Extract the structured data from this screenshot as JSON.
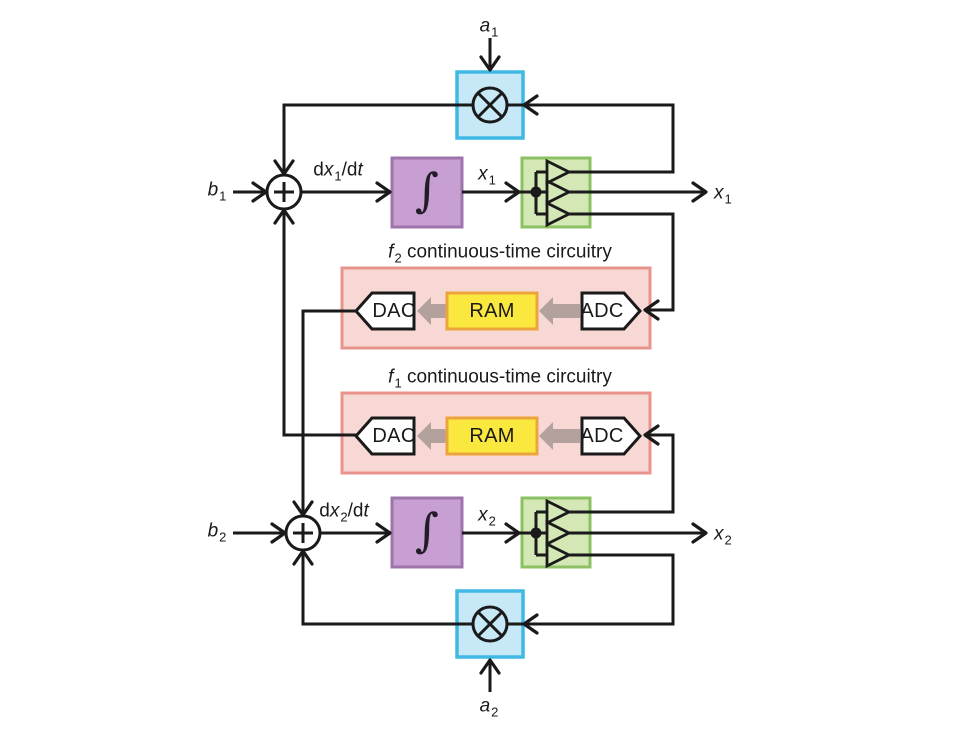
{
  "diagram": {
    "channel1": {
      "gain": {
        "base": "a",
        "sub": "1"
      },
      "input": {
        "base": "b",
        "sub": "1"
      },
      "derivative": {
        "pre": "d",
        "var": "x",
        "sub": "1",
        "mid": "/d",
        "var2": "t"
      },
      "state": {
        "base": "x",
        "sub": "1"
      },
      "output": {
        "base": "x",
        "sub": "1"
      }
    },
    "channel2": {
      "gain": {
        "base": "a",
        "sub": "2"
      },
      "input": {
        "base": "b",
        "sub": "2"
      },
      "derivative": {
        "pre": "d",
        "var": "x",
        "sub": "2",
        "mid": "/d",
        "var2": "t"
      },
      "state": {
        "base": "x",
        "sub": "2"
      },
      "output": {
        "base": "x",
        "sub": "2"
      }
    },
    "f2_block": {
      "title_var": "f",
      "title_sub": "2",
      "title_rest": " continuous-time circuitry",
      "dac": "DAC",
      "ram": "RAM",
      "adc": "ADC"
    },
    "f1_block": {
      "title_var": "f",
      "title_sub": "1",
      "title_rest": " continuous-time circuitry",
      "dac": "DAC",
      "ram": "RAM",
      "adc": "ADC"
    },
    "integrator_symbol": "∫",
    "colors": {
      "multiplier_fill": "#c7e8f6",
      "multiplier_border": "#3fb9e3",
      "integrator_fill": "#c79fd2",
      "integrator_border": "#9d74ab",
      "buffer_fill": "#d3e8b5",
      "buffer_border": "#8cc163",
      "memory_block_fill": "#f8d8d4",
      "memory_block_border": "#e9938d",
      "ram_fill": "#fbe83f",
      "ram_border": "#eda43c",
      "data_arrow": "#b2a19d",
      "wire": "#1a1a1a"
    }
  }
}
